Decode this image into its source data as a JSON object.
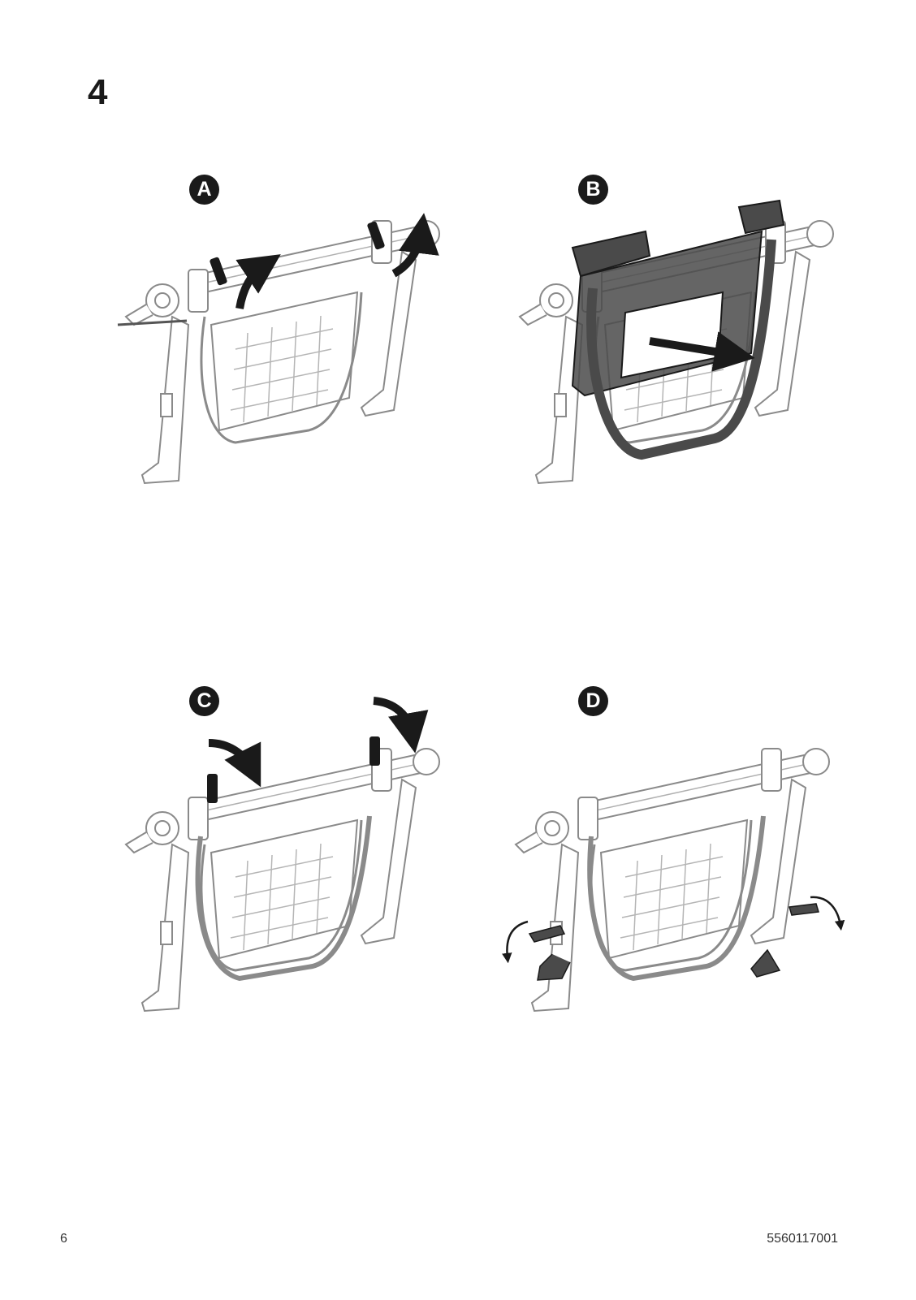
{
  "step": {
    "number": "4"
  },
  "panels": [
    {
      "label": "A"
    },
    {
      "label": "B"
    },
    {
      "label": "C"
    },
    {
      "label": "D"
    }
  ],
  "footer": {
    "page_number": "6",
    "doc_code": "5560117001"
  },
  "colors": {
    "ink": "#1a1a1a",
    "line": "#8a8a8a",
    "highlight": "#4a4a4a"
  },
  "icons": [
    "curved-arrow-up-icon",
    "straight-arrow-right-icon",
    "curved-arrow-down-icon",
    "rotate-arrow-icon"
  ]
}
